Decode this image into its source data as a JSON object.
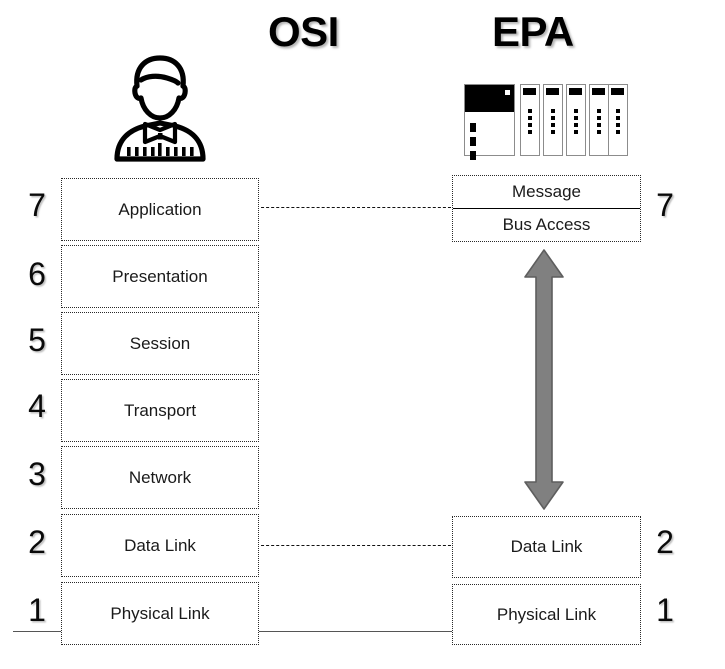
{
  "diagram": {
    "title_osi": "OSI",
    "title_epa": "EPA",
    "icons": {
      "person": "operator-person-icon",
      "plc": "plc-rack-icon",
      "bus_arrow": "bus-double-arrow-icon"
    }
  },
  "osi": {
    "layers": [
      {
        "number": "7",
        "label": "Application"
      },
      {
        "number": "6",
        "label": "Presentation"
      },
      {
        "number": "5",
        "label": "Session"
      },
      {
        "number": "4",
        "label": "Transport"
      },
      {
        "number": "3",
        "label": "Network"
      },
      {
        "number": "2",
        "label": "Data Link"
      },
      {
        "number": "1",
        "label": "Physical Link"
      }
    ]
  },
  "epa": {
    "layers": [
      {
        "number": "7",
        "label_top": "Message",
        "label_bottom": "Bus Access"
      },
      {
        "number": "2",
        "label": "Data Link"
      },
      {
        "number": "1",
        "label": "Physical Link"
      }
    ]
  },
  "colors": {
    "arrow_fill": "#808080",
    "arrow_stroke": "#5a5a5a",
    "box_border": "#2a2a2a",
    "text": "#1a1a1a",
    "line": "#555555"
  }
}
